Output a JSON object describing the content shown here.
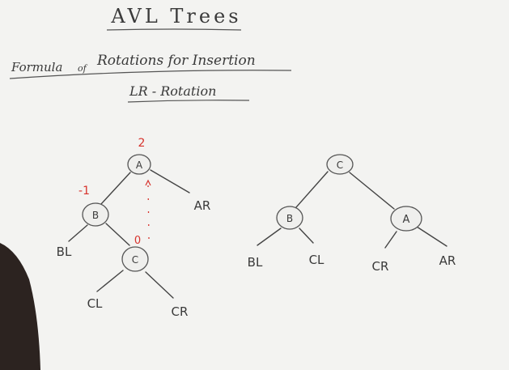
{
  "header": {
    "title": "AVL Trees",
    "subtitle_prefix": "Formula",
    "subtitle_of": "of",
    "subtitle_rest": "Rotations for Insertion",
    "rotation_name": "LR - Rotation"
  },
  "before_tree": {
    "nodes": {
      "a": "A",
      "b": "B",
      "c": "C"
    },
    "leaves": {
      "ar": "AR",
      "bl": "BL",
      "cl": "CL",
      "cr": "CR"
    },
    "balance_factors": {
      "a": "2",
      "b": "-1",
      "c": "0"
    }
  },
  "after_tree": {
    "nodes": {
      "c": "C",
      "b": "B",
      "a": "A"
    },
    "leaves": {
      "bl": "BL",
      "cl": "CL",
      "cr": "CR",
      "ar": "AR"
    }
  },
  "colors": {
    "board": "#f3f3f1",
    "ink": "#444444",
    "balance_factor": "#d7332d"
  }
}
